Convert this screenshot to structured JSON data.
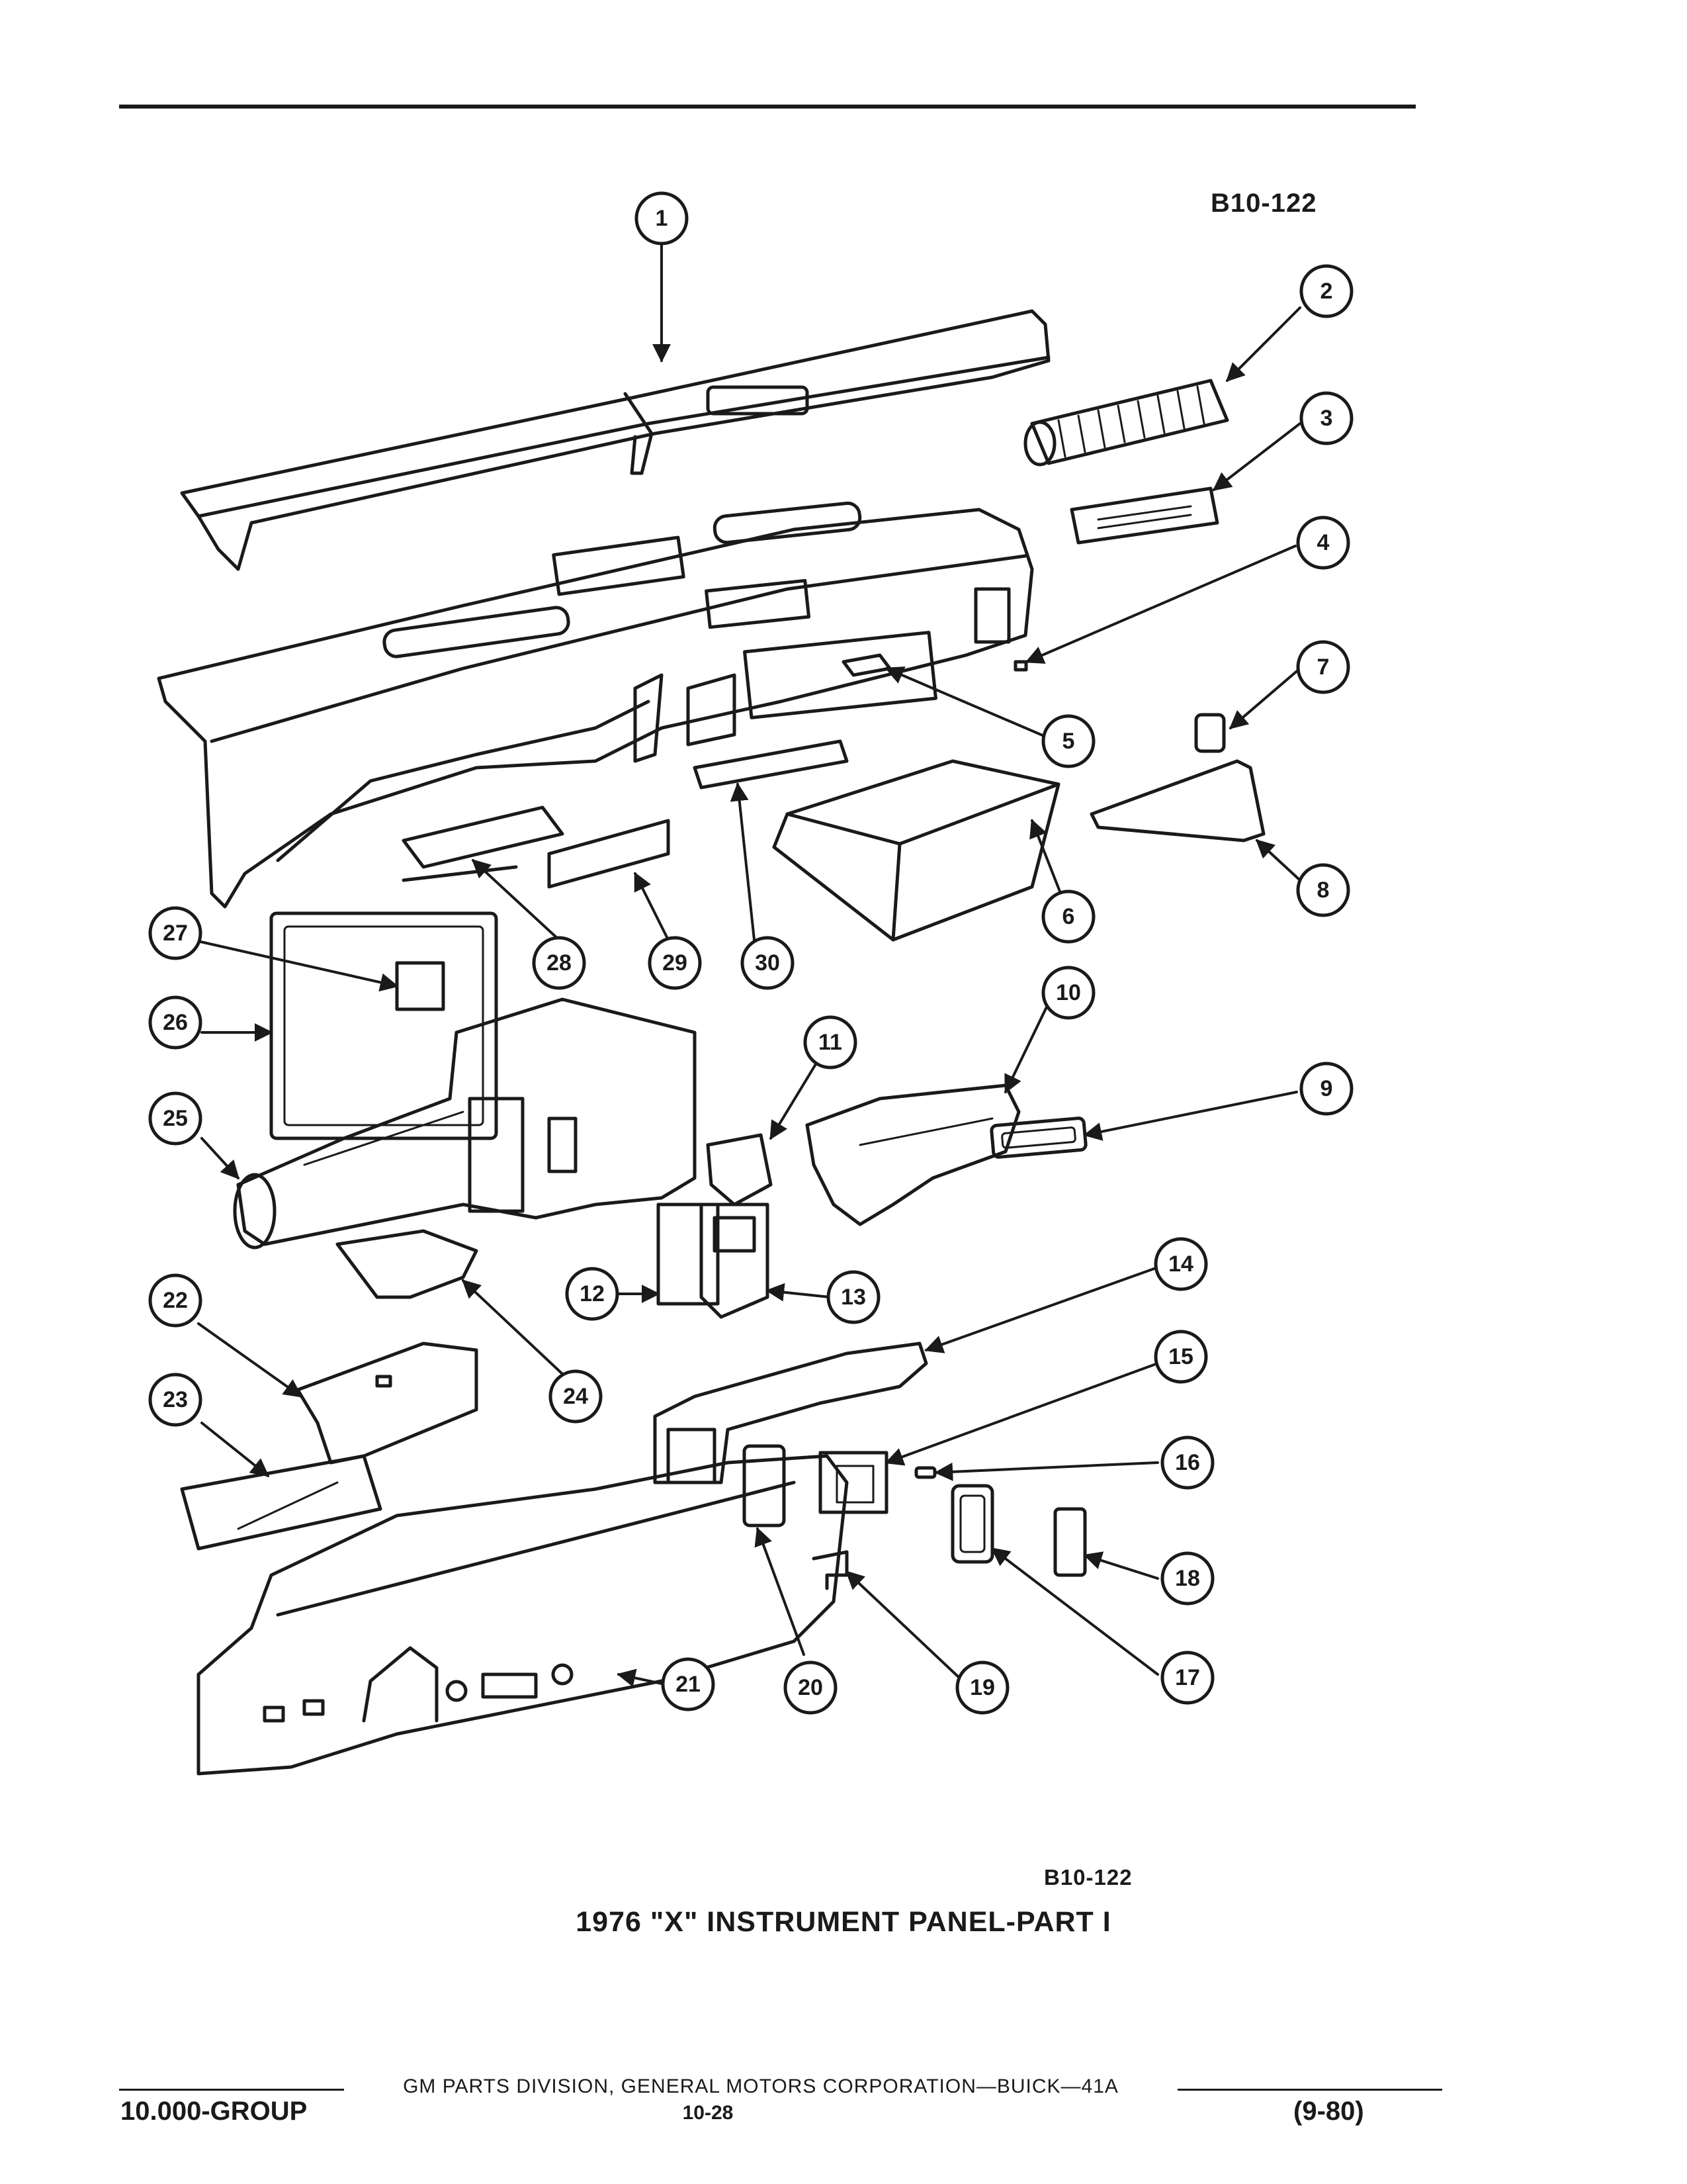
{
  "header": {
    "figure_id_top": "B10-122"
  },
  "figure": {
    "figure_id_bottom": "B10-122",
    "caption": "1976 \"X\" INSTRUMENT PANEL-PART I",
    "callouts": [
      "1",
      "2",
      "3",
      "4",
      "5",
      "6",
      "7",
      "8",
      "9",
      "10",
      "11",
      "12",
      "13",
      "14",
      "15",
      "16",
      "17",
      "18",
      "19",
      "20",
      "21",
      "22",
      "23",
      "24",
      "25",
      "26",
      "27",
      "28",
      "29",
      "30"
    ]
  },
  "footer": {
    "publisher_line": "GM PARTS DIVISION, GENERAL MOTORS CORPORATION—BUICK—41A",
    "group": "10.000-GROUP",
    "page_number": "10-28",
    "revision": "(9-80)"
  }
}
